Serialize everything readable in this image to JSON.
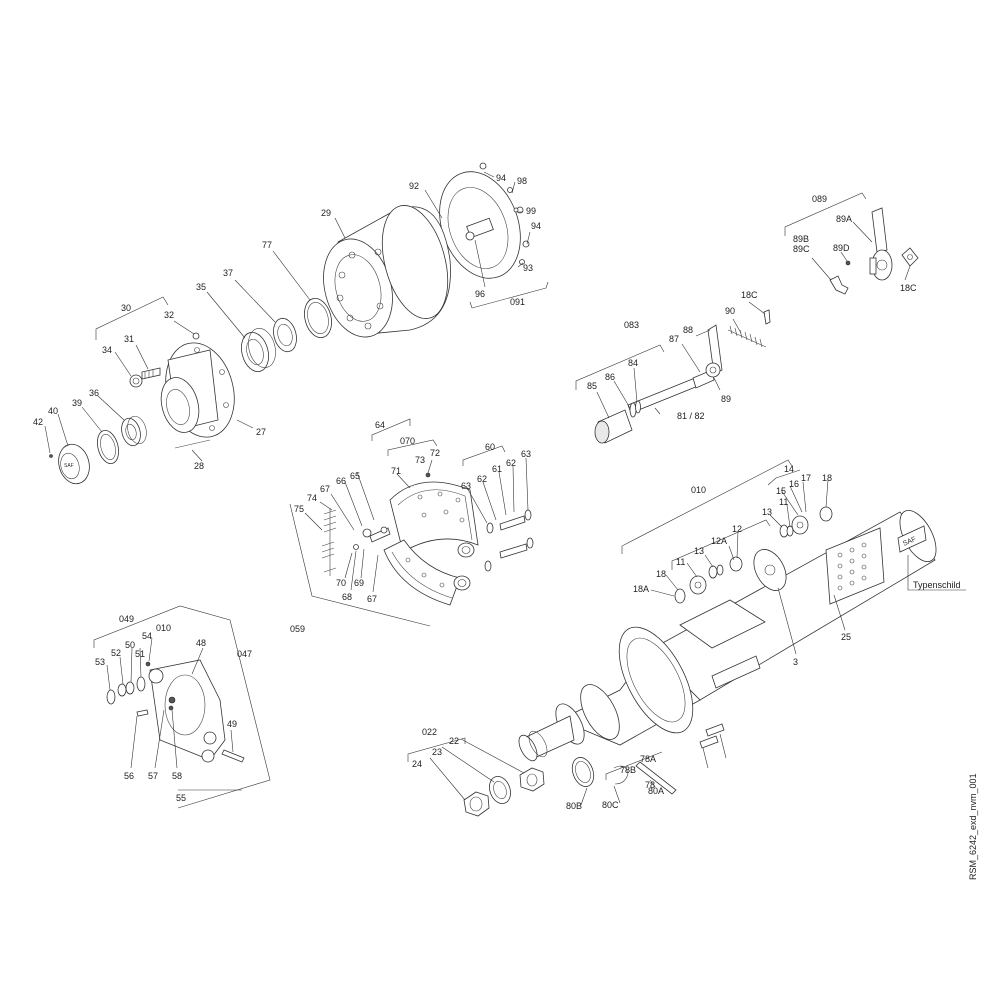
{
  "document_id": "RSM_6242_exd_nvm_001",
  "nameplate_label": "Typenschild",
  "brand_plate_text": "SAF",
  "labels": {
    "drum_group": "091",
    "p94a": "94",
    "p98": "98",
    "p92": "92",
    "p99": "99",
    "p94b": "94",
    "p93": "93",
    "p96": "96",
    "p29": "29",
    "p77": "77",
    "p37": "37",
    "p35": "35",
    "hub_group": "30",
    "p32": "32",
    "p31": "31",
    "p34": "34",
    "p36": "36",
    "p39": "39",
    "p40": "40",
    "p42": "42",
    "p27": "27",
    "p28": "28",
    "slack_group": "089",
    "p89a": "89A",
    "p89b": "89B",
    "p89c": "89C",
    "p89d": "89D",
    "p18c_a": "18C",
    "p18c_b": "18C",
    "cam_group": "083",
    "p88": "88",
    "p90": "90",
    "p87": "87",
    "p84": "84",
    "p86": "86",
    "p85": "85",
    "p89": "89",
    "p81_82": "81 / 82",
    "shoe_group": "64",
    "p070": "070",
    "p60": "60",
    "p65": "65",
    "p73": "73",
    "p72": "72",
    "p71": "71",
    "p66": "66",
    "p67a": "67",
    "p74": "74",
    "p75": "75",
    "p63a": "63",
    "p62a": "62",
    "p61": "61",
    "p62b": "62",
    "p63b": "63",
    "p68": "68",
    "p69": "69",
    "p70": "70",
    "p67b": "67",
    "p059": "059",
    "axle_group": "010",
    "p14": "14",
    "p15": "15",
    "p16": "16",
    "p17": "17",
    "p18a": "18",
    "p13a": "13",
    "p11a": "11",
    "p12": "12",
    "p12a": "12A",
    "p13b": "13",
    "p11b": "11",
    "p18b": "18",
    "p18a_small": "18A",
    "p3": "3",
    "p25": "25",
    "carrier_group": "049",
    "p010b": "010",
    "p54": "54",
    "p48": "48",
    "p047": "047",
    "p52": "52",
    "p53": "53",
    "p50": "50",
    "p51": "51",
    "p49": "49",
    "p56": "56",
    "p57": "57",
    "p58": "58",
    "p55": "55",
    "nut_group": "022",
    "p22": "22",
    "p23": "23",
    "p24": "24",
    "p80b": "80B",
    "p80c": "80C",
    "p80a": "80A",
    "p78a": "78A",
    "p78b": "78B",
    "p78": "78"
  },
  "colors": {
    "line": "#333333",
    "text": "#222222",
    "shade": "#e9e9e9",
    "background": "#ffffff"
  }
}
